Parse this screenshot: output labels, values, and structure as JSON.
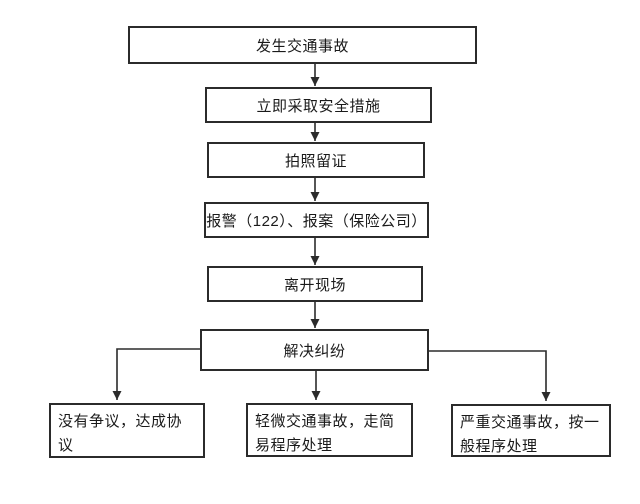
{
  "flowchart": {
    "nodes": {
      "accident": "发生交通事故",
      "safety": "立即采取安全措施",
      "photo": "拍照留证",
      "report": "报警（122）、报案（保险公司）",
      "leave": "离开现场",
      "resolve": "解决纠纷",
      "no_dispute": "没有争议，达成协议",
      "minor": "轻微交通事故，走简易程序处理",
      "serious": "严重交通事故，按一般程序处理"
    },
    "colors": {
      "border": "#2b2b2b",
      "line": "#2b2b2b",
      "text": "#1a1a1a",
      "background": "#ffffff"
    }
  }
}
